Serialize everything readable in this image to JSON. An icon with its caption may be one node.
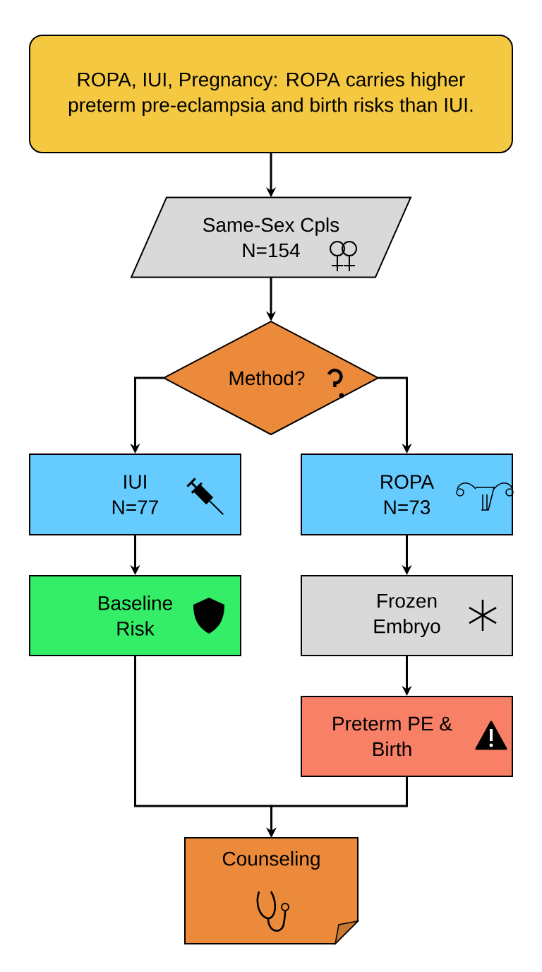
{
  "diagram": {
    "nodes": [
      {
        "text": [
          "ROPA, IUI, Pregnancy: ROPA carries higher preterm pre-eclampsia and birth risks than IUI."
        ]
      },
      {
        "text": [
          "Same-Sex Cpls",
          "N=154"
        ]
      },
      {
        "text": [
          "Method?"
        ]
      },
      {
        "text": [
          "IUI",
          "N=77"
        ]
      },
      {
        "text": [
          "ROPA",
          "N=73"
        ]
      },
      {
        "text": [
          "Baseline Risk"
        ]
      },
      {
        "text": [
          "Frozen Embryo"
        ]
      },
      {
        "text": [
          "Preterm PE & Birth"
        ]
      },
      {
        "text": [
          "Counseling"
        ]
      }
    ],
    "edges": [
      {
        "from": 0,
        "to": 1,
        "arrow": "to"
      },
      {
        "from": 1,
        "to": 2,
        "arrow": "to"
      },
      {
        "from": 2,
        "to": 3,
        "arrow": "to"
      },
      {
        "from": 2,
        "to": 4,
        "arrow": "to"
      },
      {
        "from": 3,
        "to": 5,
        "arrow": "to"
      },
      {
        "from": 4,
        "to": 6,
        "arrow": "to"
      },
      {
        "from": 6,
        "to": 7,
        "arrow": "to"
      },
      {
        "from": 5,
        "to": 8,
        "arrow": "to"
      },
      {
        "from": 7,
        "to": 8,
        "arrow": "to"
      }
    ]
  }
}
